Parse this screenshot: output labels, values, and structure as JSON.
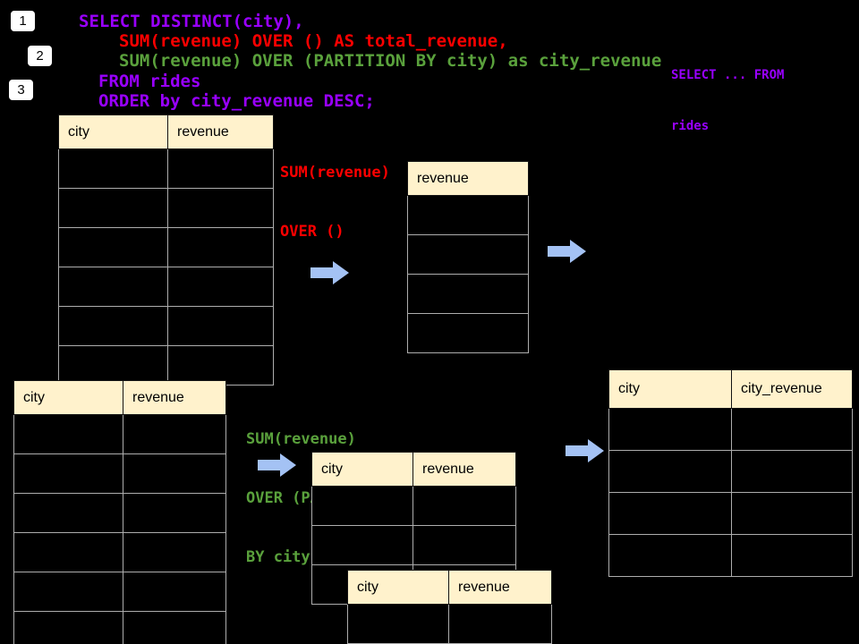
{
  "slide": {
    "background": "#000000"
  },
  "badges": [
    {
      "label": "1"
    },
    {
      "label": "2"
    },
    {
      "label": "3"
    }
  ],
  "sql_code": {
    "line1": "SELECT DISTINCT(city),",
    "line2": "SUM(revenue) OVER () AS total_revenue,",
    "line3": "SUM(revenue) OVER (PARTITION BY city) as city_revenue",
    "line4": "FROM rides",
    "line5": "ORDER by city_revenue DESC;"
  },
  "side_note": {
    "line1": "SELECT ... FROM",
    "line2": "rides"
  },
  "annotations": {
    "over_all": {
      "line1": "SUM(revenue)",
      "line2": "OVER ()"
    },
    "over_partition": {
      "line1": "SUM(revenue)",
      "line2": "OVER (PARTITION",
      "line3": "BY city)"
    }
  },
  "tables": {
    "source_top": {
      "headers": [
        "city",
        "revenue"
      ],
      "row_count": 6
    },
    "total_revenue": {
      "headers": [
        "revenue"
      ],
      "row_count": 4
    },
    "source_bottom": {
      "headers": [
        "city",
        "revenue"
      ],
      "row_count": 6
    },
    "partition_group_a": {
      "headers": [
        "city",
        "revenue"
      ],
      "row_count": 3
    },
    "partition_group_b": {
      "headers": [
        "city",
        "revenue"
      ],
      "row_count": 1
    },
    "result_city_revenue": {
      "headers": [
        "city",
        "city_revenue"
      ],
      "row_count": 4
    }
  },
  "colors": {
    "sql_purple": "#9900ff",
    "sql_red": "#ff0000",
    "sql_green": "#5aa13c",
    "table_header_bg": "#fff2cc",
    "arrow_fill": "#a4c2f4"
  }
}
